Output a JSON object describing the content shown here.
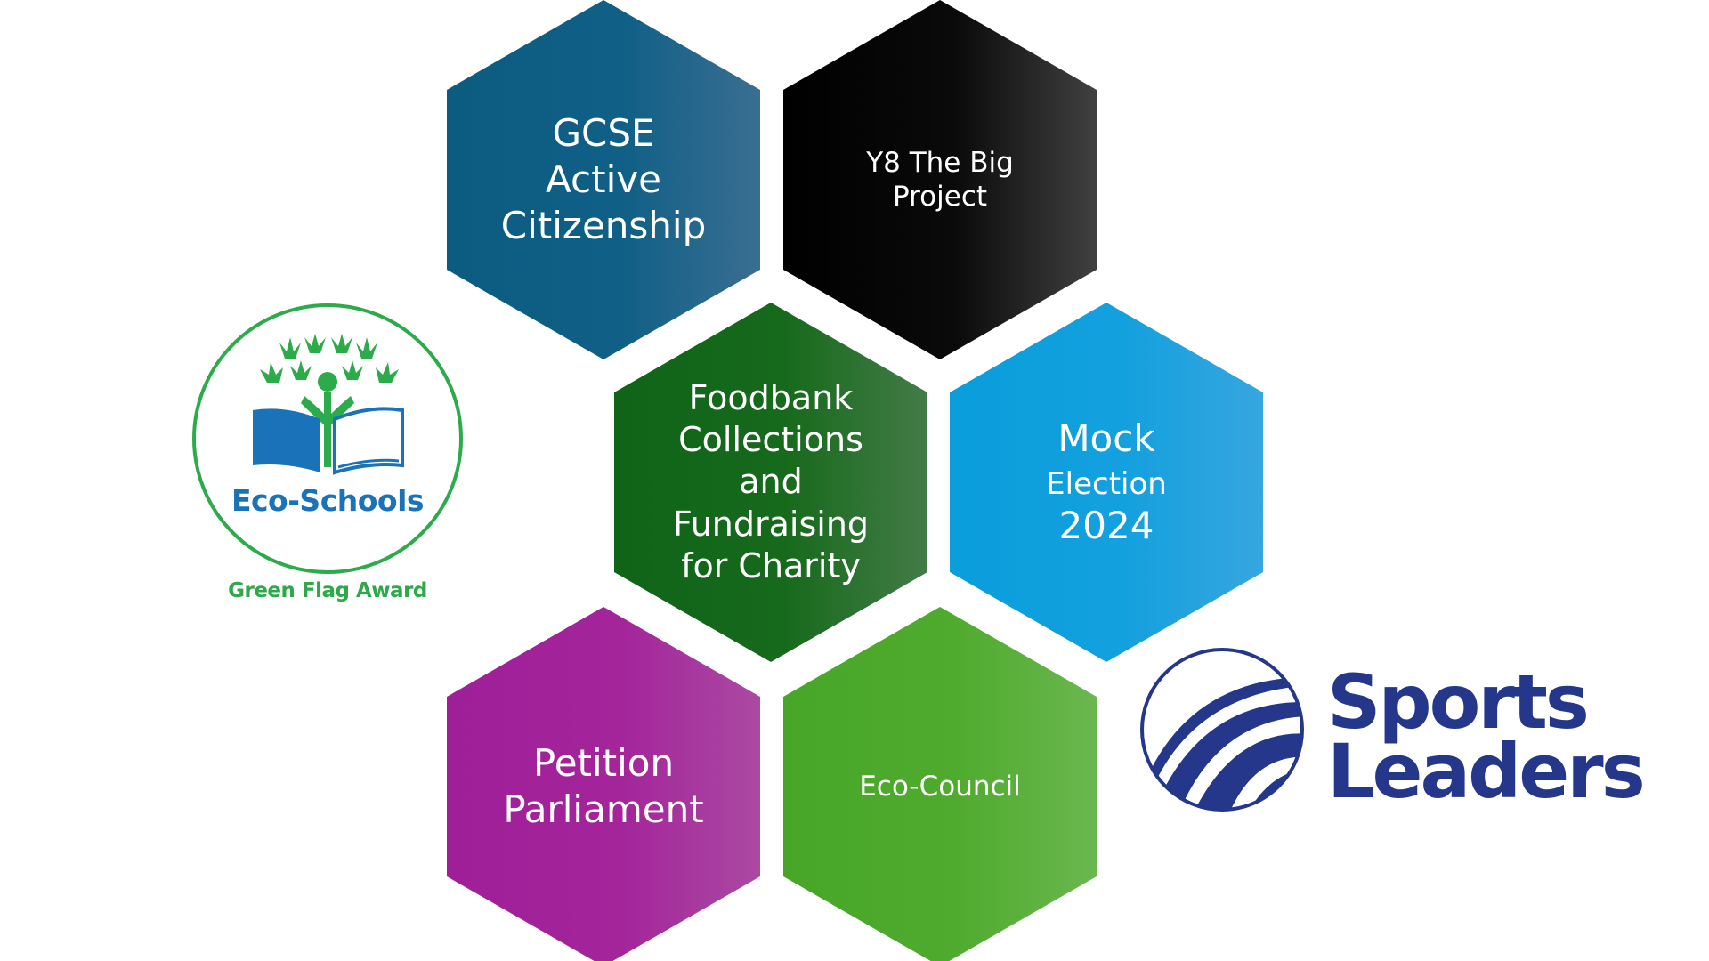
{
  "hexagons": {
    "gcse": {
      "lines": [
        "GCSE",
        "Active",
        "Citizenship"
      ],
      "color": "#0f5f86"
    },
    "y8": {
      "lines": [
        "Y8 The Big",
        "Project"
      ],
      "color": "#000000"
    },
    "foodbank": {
      "lines": [
        "Foodbank",
        "Collections",
        "and",
        "Fundraising",
        "for Charity"
      ],
      "color": "#176a1c"
    },
    "mock": {
      "lines": [
        "Mock",
        "Election",
        "2024"
      ],
      "color": "#13a0de"
    },
    "petition": {
      "lines": [
        "Petition",
        "Parliament"
      ],
      "color": "#a4249a"
    },
    "eco_council": {
      "lines": [
        "Eco-Council"
      ],
      "color": "#4fab2e"
    }
  },
  "logos": {
    "eco_schools": {
      "name": "Eco-Schools",
      "award": "Green Flag Award",
      "icon": "tree-book-icon",
      "ring_color": "#2bab4a",
      "text_color": "#1a73b8"
    },
    "sports_leaders": {
      "line1": "Sports",
      "line2": "Leaders",
      "icon": "sports-leaders-swoosh-icon",
      "color": "#25378a"
    }
  }
}
